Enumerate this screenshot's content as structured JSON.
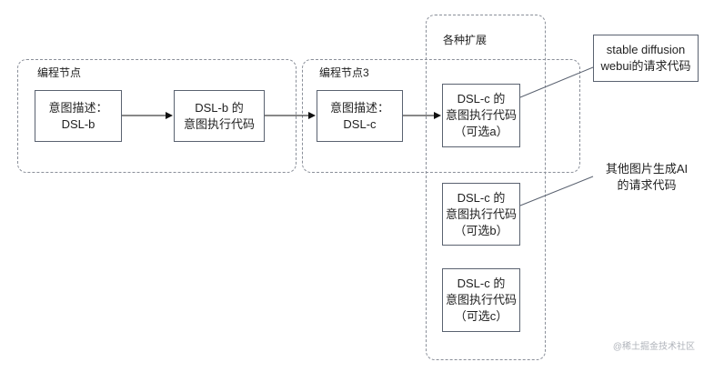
{
  "groups": {
    "node_b": {
      "label": "编程节点"
    },
    "node_c": {
      "label": "编程节点3"
    },
    "extensions": {
      "label": "各种扩展"
    }
  },
  "nodes": {
    "intent_b": "意图描述：\nDSL-b",
    "exec_b": "DSL-b 的\n意图执行代码",
    "intent_c": "意图描述：\nDSL-c",
    "exec_c_a": "DSL-c 的\n意图执行代码\n（可选a）",
    "exec_c_b": "DSL-c 的\n意图执行代码\n（可选b）",
    "exec_c_c": "DSL-c 的\n意图执行代码\n（可选c）"
  },
  "callouts": {
    "sd_webui": "stable diffusion\nwebui的请求代码",
    "other_ai": "其他图片生成AI\n的请求代码"
  },
  "watermark": "@稀土掘金技术社区",
  "colors": {
    "border": "#5a6270",
    "dashed": "#8a8f99",
    "arrow": "#111111"
  }
}
